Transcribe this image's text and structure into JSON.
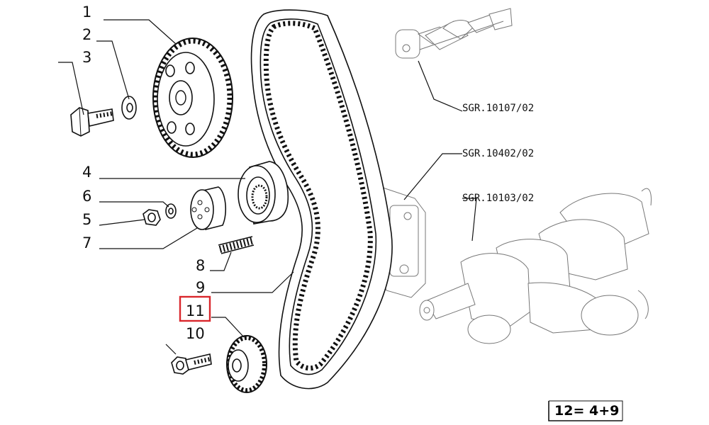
{
  "callouts": [
    {
      "id": "1",
      "text": "1"
    },
    {
      "id": "2",
      "text": "2"
    },
    {
      "id": "3",
      "text": "3"
    },
    {
      "id": "4",
      "text": "4"
    },
    {
      "id": "6",
      "text": "6"
    },
    {
      "id": "5",
      "text": "5"
    },
    {
      "id": "7",
      "text": "7"
    },
    {
      "id": "8",
      "text": "8"
    },
    {
      "id": "9",
      "text": "9"
    },
    {
      "id": "11",
      "text": "11",
      "highlighted": true
    },
    {
      "id": "10",
      "text": "10"
    }
  ],
  "references": [
    {
      "id": "camshaft",
      "text": "SGR.10107/02"
    },
    {
      "id": "block",
      "text": "SGR.10402/02"
    },
    {
      "id": "crankshaft",
      "text": "SGR.10103/02"
    }
  ],
  "formula": "12= 4+9",
  "colors": {
    "ink": "#111111",
    "highlight": "#d9262c",
    "background": "#ffffff"
  }
}
